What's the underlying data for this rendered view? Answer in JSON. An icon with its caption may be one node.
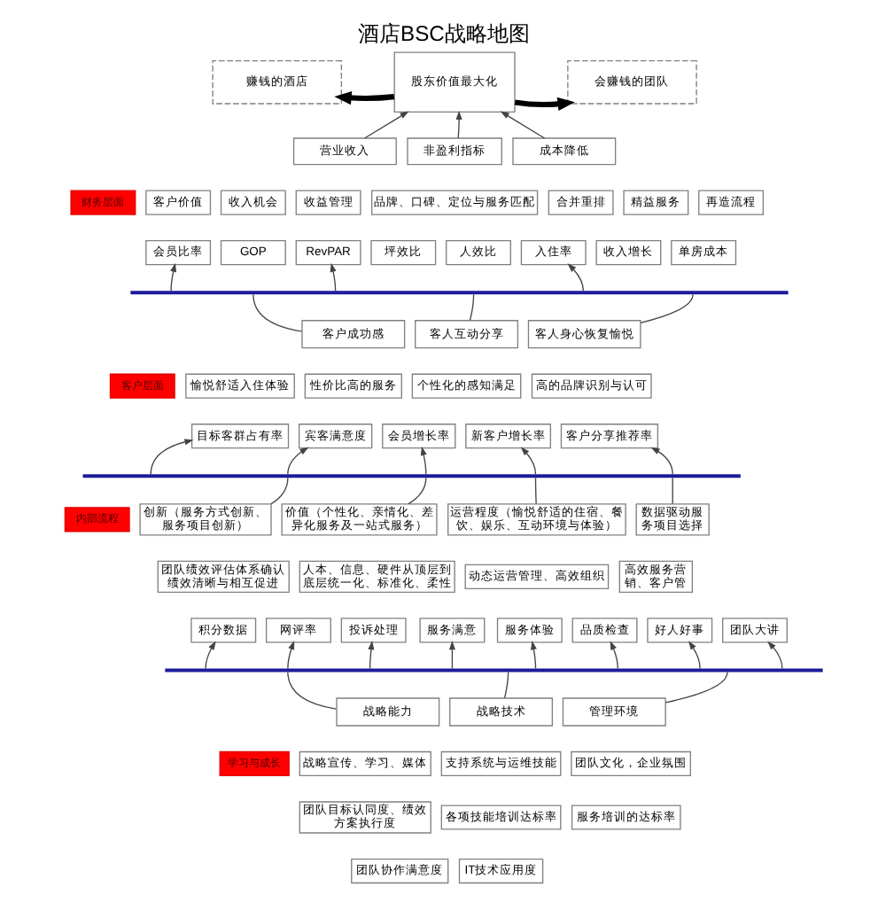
{
  "diagram": {
    "title": "酒店BSC战略地图",
    "nodes": [
      {
        "text": [
          "赚钱的酒店"
        ]
      },
      {
        "text": [
          "股东价值最大化"
        ]
      },
      {
        "text": [
          "会赚钱的团队"
        ]
      },
      {
        "text": [
          "营业收入"
        ]
      },
      {
        "text": [
          "非盈利指标"
        ]
      },
      {
        "text": [
          "成本降低"
        ]
      },
      {
        "text": [
          "财务层面"
        ]
      },
      {
        "text": [
          "客户价值"
        ]
      },
      {
        "text": [
          "收入机会"
        ]
      },
      {
        "text": [
          "收益管理"
        ]
      },
      {
        "text": [
          "品牌、口碑、定位与服务匹配"
        ]
      },
      {
        "text": [
          "合并重排"
        ]
      },
      {
        "text": [
          "精益服务"
        ]
      },
      {
        "text": [
          "再造流程"
        ]
      },
      {
        "text": [
          "会员比率"
        ]
      },
      {
        "text": [
          "GOP"
        ]
      },
      {
        "text": [
          "RevPAR"
        ]
      },
      {
        "text": [
          "坪效比"
        ]
      },
      {
        "text": [
          "人效比"
        ]
      },
      {
        "text": [
          "入住率"
        ]
      },
      {
        "text": [
          "收入增长"
        ]
      },
      {
        "text": [
          "单房成本"
        ]
      },
      {
        "text": [],
        "shape": "bar"
      },
      {
        "text": [
          "客户成功感"
        ]
      },
      {
        "text": [
          "客人互动分享"
        ]
      },
      {
        "text": [
          "客人身心恢复愉悦"
        ]
      },
      {
        "text": [
          "客户层面"
        ]
      },
      {
        "text": [
          "愉悦舒适入住体验"
        ]
      },
      {
        "text": [
          "性价比高的服务"
        ]
      },
      {
        "text": [
          "个性化的感知满足"
        ]
      },
      {
        "text": [
          "高的品牌识别与认可"
        ]
      },
      {
        "text": [
          "目标客群占有率"
        ]
      },
      {
        "text": [
          "宾客满意度"
        ]
      },
      {
        "text": [
          "会员增长率"
        ]
      },
      {
        "text": [
          "新客户增长率"
        ]
      },
      {
        "text": [
          "客户分享推荐率"
        ]
      },
      {
        "text": [],
        "shape": "bar"
      },
      {
        "text": [
          "内部流程"
        ]
      },
      {
        "text": [
          "创新（服务方式创新、服务项目创新）"
        ]
      },
      {
        "text": [
          "价值（个性化、亲情化、差异化服务及一站式服务）"
        ]
      },
      {
        "text": [
          "运营程度（愉悦舒适的住宿、餐饮、娱乐、互动环境与体验）"
        ]
      },
      {
        "text": [
          "数据驱动服务项目选择"
        ]
      },
      {
        "text": [
          "团队绩效评估体系确认绩效清晰与相互促进"
        ]
      },
      {
        "text": [
          "人本、信息、硬件从顶层到底层统一化、标准化、柔性"
        ]
      },
      {
        "text": [
          "动态运营管理、高效组织"
        ]
      },
      {
        "text": [
          "高效服务营销、客户管"
        ]
      },
      {
        "text": [
          "积分数据"
        ]
      },
      {
        "text": [
          "网评率"
        ]
      },
      {
        "text": [
          "投诉处理"
        ]
      },
      {
        "text": [
          "服务满意"
        ]
      },
      {
        "text": [
          "服务体验"
        ]
      },
      {
        "text": [
          "品质检查"
        ]
      },
      {
        "text": [
          "好人好事"
        ]
      },
      {
        "text": [
          "团队大讲"
        ]
      },
      {
        "text": [],
        "shape": "bar"
      },
      {
        "text": [
          "战略能力"
        ]
      },
      {
        "text": [
          "战略技术"
        ]
      },
      {
        "text": [
          "管理环境"
        ]
      },
      {
        "text": [
          "学习与成长"
        ]
      },
      {
        "text": [
          "战略宣传、学习、媒体"
        ]
      },
      {
        "text": [
          "支持系统与运维技能"
        ]
      },
      {
        "text": [
          "团队文化，企业氛围"
        ]
      },
      {
        "text": [
          "团队目标认同度、绩效方案执行度"
        ]
      },
      {
        "text": [
          "各项技能培训达标率"
        ]
      },
      {
        "text": [
          "服务培训的达标率"
        ]
      },
      {
        "text": [
          "团队协作满意度"
        ]
      },
      {
        "text": [
          "IT技术应用度"
        ]
      }
    ],
    "edges": [
      {
        "from": 1,
        "to": 0,
        "arrow": "to",
        "style": "thick"
      },
      {
        "from": 1,
        "to": 2,
        "arrow": "to",
        "style": "thick"
      },
      {
        "from": 3,
        "to": 1,
        "arrow": "to"
      },
      {
        "from": 4,
        "to": 1,
        "arrow": "to"
      },
      {
        "from": 5,
        "to": 1,
        "arrow": "to"
      },
      {
        "from": 23,
        "to": 22,
        "arrow": "none"
      },
      {
        "from": 24,
        "to": 22,
        "arrow": "none"
      },
      {
        "from": 25,
        "to": 22,
        "arrow": "none"
      },
      {
        "from": 22,
        "to": 14,
        "arrow": "to"
      },
      {
        "from": 22,
        "to": 16,
        "arrow": "to"
      },
      {
        "from": 22,
        "to": 19,
        "arrow": "to"
      },
      {
        "from": 38,
        "to": 36,
        "arrow": "none"
      },
      {
        "from": 39,
        "to": 36,
        "arrow": "none"
      },
      {
        "from": 40,
        "to": 36,
        "arrow": "none"
      },
      {
        "from": 41,
        "to": 36,
        "arrow": "none"
      },
      {
        "from": 36,
        "to": 31,
        "arrow": "to"
      },
      {
        "from": 36,
        "to": 32,
        "arrow": "to"
      },
      {
        "from": 36,
        "to": 33,
        "arrow": "to"
      },
      {
        "from": 36,
        "to": 34,
        "arrow": "to"
      },
      {
        "from": 36,
        "to": 35,
        "arrow": "to"
      },
      {
        "from": 55,
        "to": 54,
        "arrow": "none"
      },
      {
        "from": 56,
        "to": 54,
        "arrow": "none"
      },
      {
        "from": 57,
        "to": 54,
        "arrow": "none"
      },
      {
        "from": 54,
        "to": 46,
        "arrow": "to"
      },
      {
        "from": 54,
        "to": 47,
        "arrow": "to"
      },
      {
        "from": 54,
        "to": 48,
        "arrow": "to"
      },
      {
        "from": 54,
        "to": 49,
        "arrow": "to"
      },
      {
        "from": 54,
        "to": 50,
        "arrow": "to"
      },
      {
        "from": 54,
        "to": 51,
        "arrow": "to"
      },
      {
        "from": 54,
        "to": 52,
        "arrow": "to"
      },
      {
        "from": 54,
        "to": 53,
        "arrow": "to"
      }
    ]
  }
}
